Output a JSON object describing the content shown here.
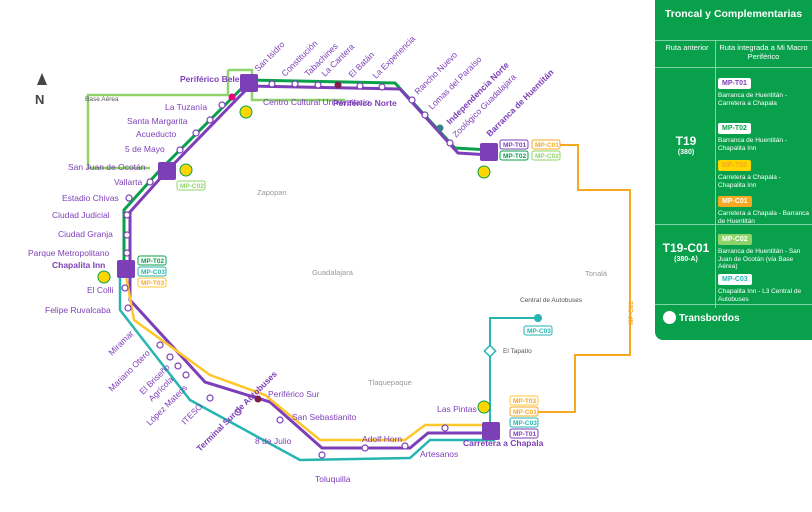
{
  "colors": {
    "purple": "#7d3fb8",
    "green": "#09a04b",
    "light_green": "#8fd46a",
    "teal": "#26b5b0",
    "yellow": "#ffc72c",
    "orange": "#f7a823",
    "panel_bg": "#09a04b"
  },
  "map": {
    "north_label": "N",
    "cities": [
      "Zapopan",
      "Guadalajara",
      "Tonalá",
      "Tlaquepaque"
    ],
    "stations_top": [
      "San Isidro",
      "Constitución",
      "Tabachines",
      "La Cantera",
      "El Batán",
      "La Experiencia",
      "Rancho Nuevo",
      "Lomas del Paraíso",
      "Independencia Norte",
      "Zoológico Guadalajara",
      "Barranca de Huentitán"
    ],
    "stations_left": [
      "Periférico Belenes",
      "La Tuzanía",
      "Santa Margarita",
      "Acueducto",
      "5 de Mayo",
      "San Juan de Ocotán",
      "Vallarta",
      "Estadio Chivas",
      "Ciudad Judicial",
      "Ciudad Granja",
      "Parque Metropolitano",
      "Chapalita Inn",
      "El Colli",
      "Felipe Ruvalcaba"
    ],
    "stations_bottom": [
      "Miramar",
      "Mariano Otero",
      "El Briseño",
      "Agrícola",
      "López Mateos",
      "ITESO",
      "Terminal Sur de Autobuses",
      "8 de Julio",
      "Toluquilla",
      "Periférico Sur",
      "San Sebastianito",
      "Adolf Horn",
      "Artesanos",
      "Las Pintas",
      "Carretera a Chapala"
    ],
    "other_labels": {
      "cucei": "Centro Cultural Universitario",
      "perif_norte": "Periférico Norte",
      "base_aerea": "Base Aérea",
      "central": "Central de Autobuses",
      "tapatio": "El Tapatío"
    },
    "tags": {
      "mp_t01": "MP-T01",
      "mp_t02": "MP-T02",
      "mp_t03": "MP-T03",
      "mp_c01": "MP-C01",
      "mp_c02": "MP-C02",
      "mp_c03": "MP-C03"
    }
  },
  "legend": {
    "title": "Troncal y Complementarias",
    "col_prev": "Ruta anterior",
    "col_new": "Ruta integrada a Mi Macro Periférico",
    "groups": [
      {
        "route": "T19",
        "sub": "(380)",
        "entries": [
          {
            "code": "MP-T01",
            "desc": "Barranca de Huentitán - Carretera a Chapala"
          },
          {
            "code": "MP-T02",
            "desc": "Barranca de Huentitán - Chapalita Inn"
          },
          {
            "code": "MP-T03",
            "desc": "Carretera a Chapala - Chapalita Inn"
          },
          {
            "code": "MP-C01",
            "desc": "Carretera a Chapala - Barranca de Huentitán"
          }
        ]
      },
      {
        "route": "T19-C01",
        "sub": "(380-A)",
        "entries": [
          {
            "code": "MP-C02",
            "desc": "Barranca de Huentitán - San Juan de Ocotán (vía Base Aérea)"
          },
          {
            "code": "MP-C03",
            "desc": "Chapalita Inn - L3 Central de Autobuses"
          }
        ]
      }
    ],
    "transfers": "Transbordos"
  }
}
